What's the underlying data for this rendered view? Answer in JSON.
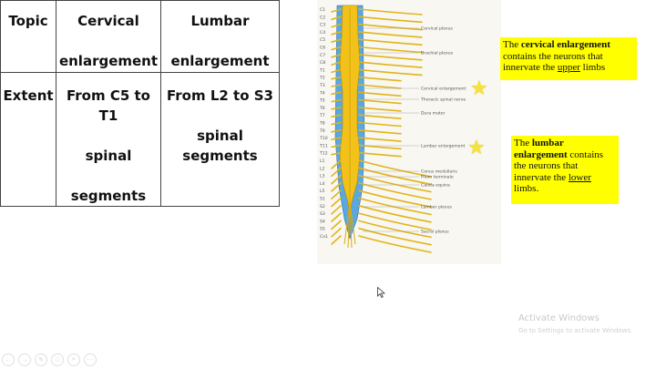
{
  "table": {
    "header": {
      "topic": "Topic",
      "cervical": [
        "Cervical",
        "enlargement"
      ],
      "lumbar": [
        "Lumbar",
        "enlargement"
      ]
    },
    "row": {
      "label": "Extent",
      "cervical": [
        "From C5 to T1",
        "spinal",
        "segments"
      ],
      "lumbar": [
        "From L2 to S3",
        "spinal segments"
      ]
    }
  },
  "figure": {
    "vertebra_labels": [
      "C1",
      "C2",
      "C3",
      "C4",
      "C5",
      "C6",
      "C7",
      "C8",
      "T1",
      "T2",
      "T3",
      "T4",
      "T5",
      "T6",
      "T7",
      "T8",
      "T9",
      "T10",
      "T11",
      "T12",
      "L1",
      "L2",
      "L3",
      "L4",
      "L5",
      "S1",
      "S2",
      "S3",
      "S4",
      "S5",
      "Co1"
    ],
    "structure_labels": [
      "Cervical plexus",
      "Brachial plexus",
      "Cervical enlargement",
      "Thoracic spinal nerve",
      "Dura mater",
      "Lumbar enlargement",
      "Conus medullaris",
      "Filum terminale",
      "Cauda equina",
      "Lumbar plexus",
      "Sacral plexus"
    ]
  },
  "callouts": {
    "cervical": {
      "pre": "The ",
      "bold": "cervical enlargement",
      "mid": " contains the neurons that innervate the ",
      "underline": "upper",
      "post": " limbs"
    },
    "lumbar": {
      "pre": "The ",
      "bold": "lumbar enlargement",
      "mid": " contains the neurons that innervate the ",
      "underline": "lower",
      "post": " limbs."
    }
  },
  "watermark": {
    "line1": "Activate Windows",
    "line2": "Go to Settings to activate Windows."
  },
  "toolbar": [
    "←",
    "→",
    "✎",
    "□",
    "⌕",
    "⋯"
  ],
  "colors": {
    "highlight": "#ffff00",
    "star": "#f5e33b",
    "cord": "#f2c21a",
    "dura": "#5aa8e0"
  }
}
